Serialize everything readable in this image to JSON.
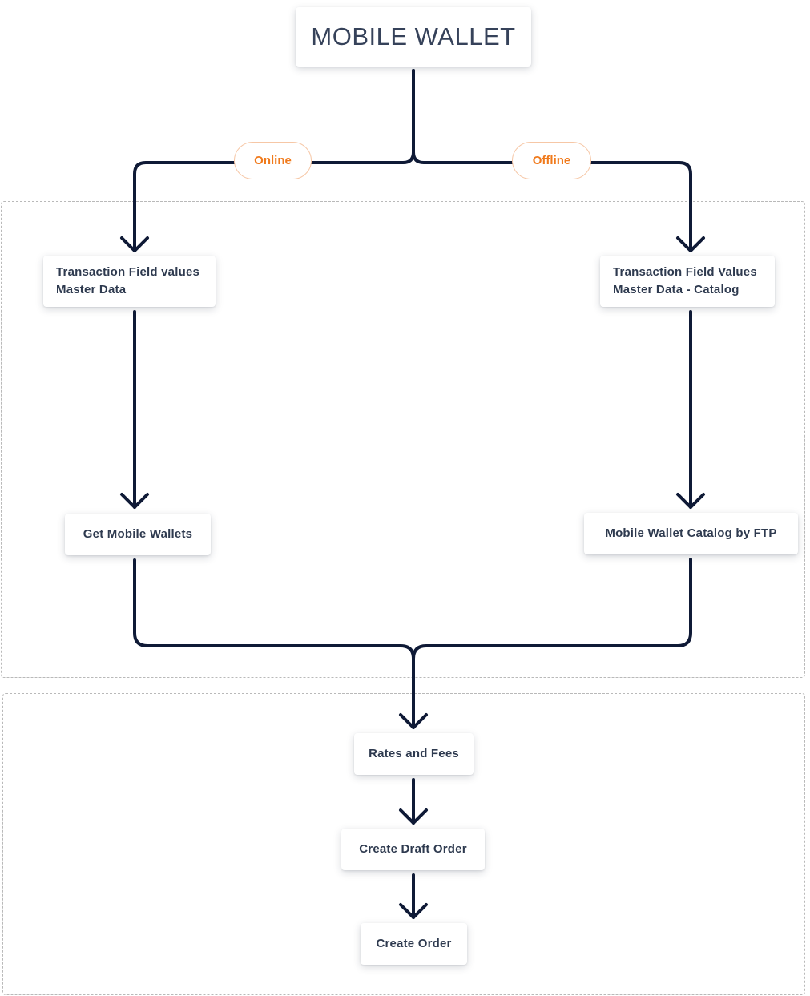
{
  "diagram": {
    "title": "MOBILE WALLET",
    "branches": {
      "online": "Online",
      "offline": "Offline"
    },
    "nodes": {
      "tfv_master": [
        "Transaction Field values",
        "Master Data"
      ],
      "tfv_catalog": [
        "Transaction Field Values",
        "Master Data - Catalog"
      ],
      "get_wallets": "Get Mobile Wallets",
      "wallet_ftp": "Mobile Wallet Catalog by FTP",
      "rates_fees": "Rates and Fees",
      "draft_order": "Create Draft Order",
      "create_order": "Create Order"
    },
    "colors": {
      "connector": "#0f1a36",
      "branch_label": "#f07a1c",
      "branch_border": "#f6c7a6",
      "node_text": "#2e3a4f",
      "group_border": "#b9b9b9"
    }
  }
}
